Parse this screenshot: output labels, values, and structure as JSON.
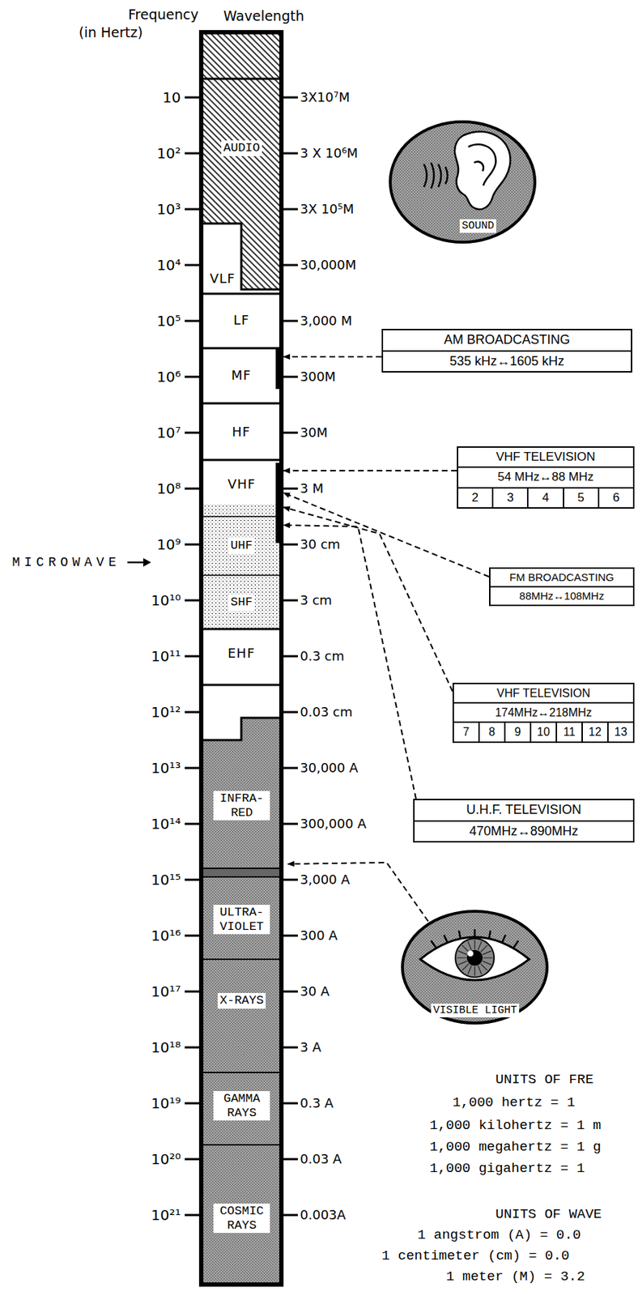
{
  "diagram": {
    "nodes": [
      {
        "text": [
          "AUDIO"
        ]
      },
      {
        "text": [
          "SOUND"
        ]
      },
      {
        "text": [
          "VLF"
        ]
      },
      {
        "text": [
          "LF"
        ]
      },
      {
        "text": [
          "AM BROADCASTING",
          "535 kHz↔1605 kHz"
        ]
      },
      {
        "text": [
          "MF"
        ]
      },
      {
        "text": [
          "HF"
        ]
      },
      {
        "text": [
          "VHF TELEVISION",
          "54 MHz↔88 MHz",
          "2",
          "3",
          "4",
          "5",
          "6"
        ]
      },
      {
        "text": [
          "VHF"
        ]
      },
      {
        "text": [
          "FM BROADCASTING",
          "88MHz↔108MHz"
        ]
      },
      {
        "text": [
          "UHF"
        ]
      },
      {
        "text": [
          "SHF"
        ]
      },
      {
        "text": [
          "EHF"
        ]
      },
      {
        "text": [
          "VHF TELEVISION",
          "174MHz↔218MHz",
          "7",
          "8",
          "9",
          "10",
          "11",
          "12",
          "13"
        ]
      },
      {
        "text": [
          "INFRA- RED"
        ]
      },
      {
        "text": [
          "U.H.F. TELEVISION",
          "470MHz↔890MHz"
        ]
      },
      {
        "text": [
          "ULTRA- VIOLET"
        ]
      },
      {
        "text": [
          "X-RAYS"
        ]
      },
      {
        "text": [
          "VISIBLE LIGHT"
        ]
      },
      {
        "text": [
          "GAMMA RAYS"
        ]
      },
      {
        "text": [
          "COSMIC RAYS"
        ]
      }
    ],
    "edges": [
      {
        "from": 4,
        "to": 5,
        "arrow": "to"
      },
      {
        "from": 7,
        "to": 8,
        "arrow": "to"
      },
      {
        "from": 9,
        "to": 8,
        "arrow": "to"
      },
      {
        "from": 13,
        "to": 8,
        "arrow": "to"
      },
      {
        "from": 15,
        "to": 10,
        "arrow": "to"
      }
    ],
    "labels": [
      "Frequency",
      "(in Hertz)",
      "Wavelength",
      "10",
      "10²",
      "10³",
      "10⁴",
      "10⁵",
      "10⁶",
      "10⁷",
      "10⁸",
      "10⁹",
      "10¹⁰",
      "10¹¹",
      "10¹²",
      "10¹³",
      "10¹⁴",
      "10¹⁵",
      "10¹⁶",
      "10¹⁷",
      "10¹⁸",
      "10¹⁹",
      "10²⁰",
      "10²¹",
      "3X10⁷M",
      "3 X 10⁶M",
      "3X 10⁵M",
      "30,000M",
      "3,000 M",
      "300M",
      "30M",
      "3 M",
      "30 cm",
      "3 cm",
      "0.3 cm",
      "0.03 cm",
      "30,000 A",
      "300,000 A",
      "3,000 A",
      "300 A",
      "30 A",
      "3 A",
      "0.3 A",
      "0.03 A",
      "0.003A",
      "MICROWAVE",
      "UNITS OF FRE",
      "1,000 hertz = 1",
      "1,000 kilohertz = 1 m",
      "1,000 megahertz = 1 g",
      "1,000 gigahertz = 1",
      "UNITS OF WAVE",
      "1 angstrom (A) = 0.0",
      "1 centimeter (cm) = 0.0",
      "1 meter (M) = 3.2"
    ]
  }
}
